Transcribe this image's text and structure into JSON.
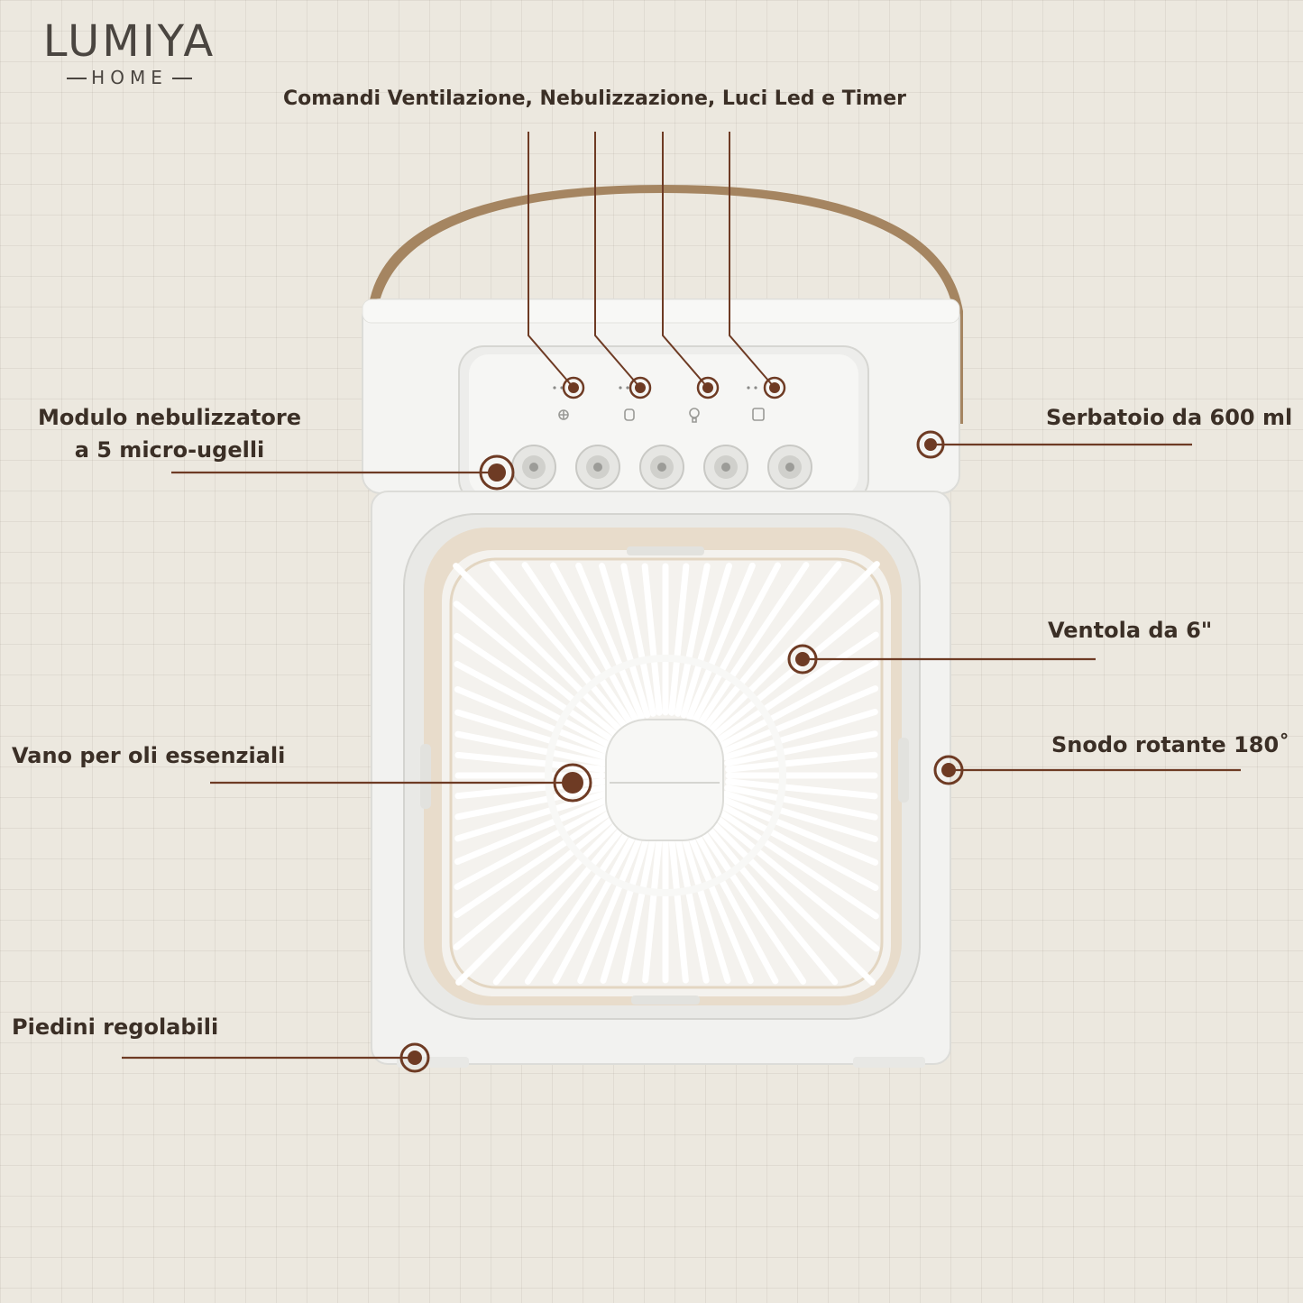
{
  "brand": {
    "name": "LUMIYA",
    "sub": "HOME"
  },
  "labels": {
    "controls": "Comandi   Ventilazione, Nebulizzazione, Luci Led e Timer",
    "nozzle_line1": "Modulo nebulizzatore",
    "nozzle_line2": "a 5 micro-ugelli",
    "tank": "Serbatoio  da 600 ml",
    "fan": "Ventola da 6\"",
    "oils": "Vano per oli essenziali",
    "joint": "Snodo rotante  180˚",
    "feet": "Piedini regolabili"
  },
  "colors": {
    "accent": "#6e3b24",
    "text": "#3b2f26",
    "background": "#ece8df",
    "handle": "#a58561",
    "device": "#f2f2f0"
  },
  "icons": [
    "fan-icon",
    "mist-icon",
    "bulb-icon",
    "timer-icon"
  ]
}
